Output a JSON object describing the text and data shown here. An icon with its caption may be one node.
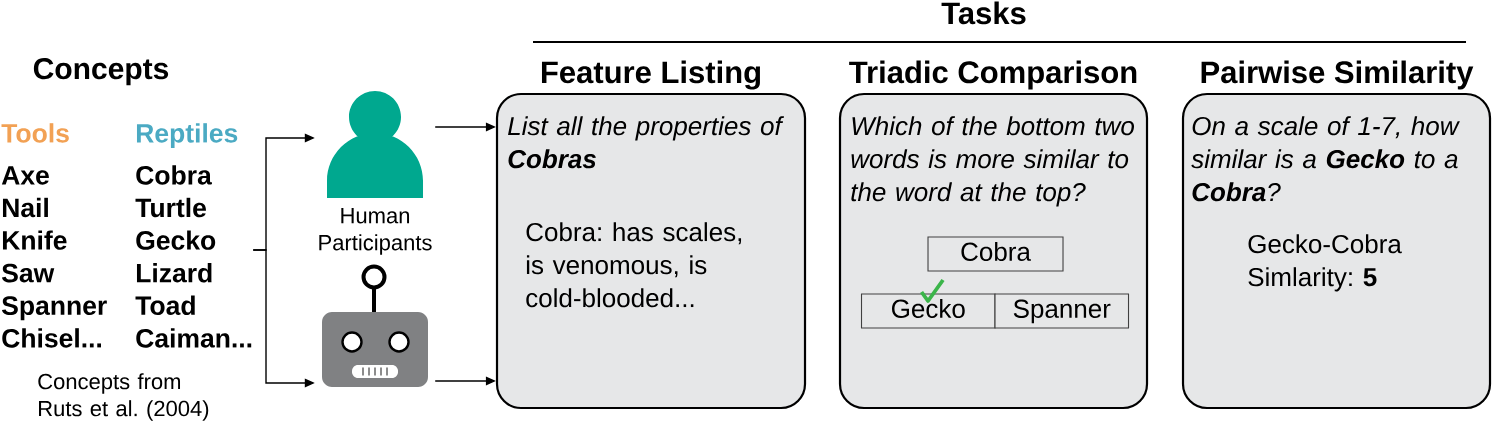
{
  "diagram": {
    "nodes": [
      {
        "text": [
          "Tools",
          "Axe",
          "Nail",
          "Knife",
          "Saw",
          "Spanner",
          "Chisel..."
        ]
      },
      {
        "text": [
          "Reptiles",
          "Cobra",
          "Turtle",
          "Gecko",
          "Lizard",
          "Toad",
          "Caiman..."
        ]
      },
      {
        "text": [
          "Human Participants"
        ]
      },
      {
        "text": [],
        "shape": "robot"
      },
      {
        "text": [
          "Feature Listing",
          "List all the properties of **Cobras**",
          "Cobra: has scales, is venomous, is cold-blooded..."
        ]
      },
      {
        "text": [
          "Triadic Comparison",
          "Which of the bottom two words is more similar to the word at the top?"
        ]
      },
      {
        "text": [
          "Cobra"
        ],
        "in": 5
      },
      {
        "text": [
          "Gecko"
        ],
        "in": 5
      },
      {
        "text": [
          "Spanner"
        ],
        "in": 5
      },
      {
        "text": [
          "Pairwise Similarity",
          "On a scale of 1-7, how similar is a **Gecko** to a **Cobra**?",
          "Gecko-Cobra Simlarity: **5**"
        ]
      }
    ],
    "edges": [
      {
        "from": 1,
        "to": 2,
        "arrow": "to"
      },
      {
        "from": 1,
        "to": 3,
        "arrow": "to"
      },
      {
        "from": 2,
        "to": 4,
        "arrow": "to"
      },
      {
        "from": 3,
        "to": 4,
        "arrow": "to"
      }
    ],
    "labels": [
      "Tasks",
      "Concepts",
      "Concepts from Ruts et al. (2004)"
    ]
  }
}
